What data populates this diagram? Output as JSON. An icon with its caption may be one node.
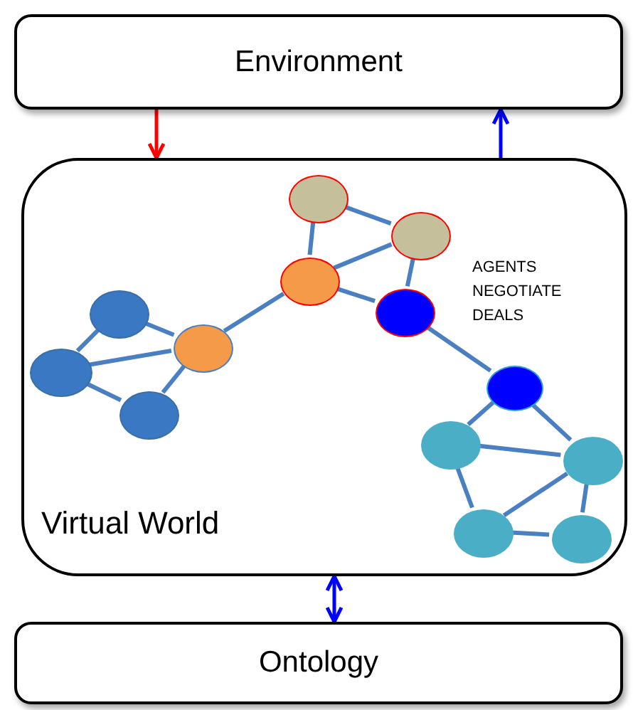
{
  "diagram": {
    "nodes": [
      {
        "text": [
          "Environment"
        ]
      },
      {
        "text": [
          "Virtual World"
        ]
      },
      {
        "text": [],
        "shape": "circle",
        "in": 1
      },
      {
        "text": [],
        "shape": "circle",
        "in": 1
      },
      {
        "text": [],
        "shape": "circle",
        "in": 1
      },
      {
        "text": [],
        "shape": "circle",
        "in": 1
      },
      {
        "text": [],
        "shape": "circle",
        "in": 1
      },
      {
        "text": [],
        "shape": "circle",
        "in": 1
      },
      {
        "text": [],
        "shape": "circle",
        "in": 1
      },
      {
        "text": [],
        "shape": "circle",
        "in": 1
      },
      {
        "text": [],
        "shape": "circle",
        "in": 1
      },
      {
        "text": [],
        "shape": "circle",
        "in": 1
      },
      {
        "text": [],
        "shape": "circle",
        "in": 1
      },
      {
        "text": [],
        "shape": "circle",
        "in": 1
      },
      {
        "text": [],
        "shape": "circle",
        "in": 1
      },
      {
        "text": [
          "Ontology"
        ]
      }
    ],
    "edges": [
      {
        "from": 0,
        "to": 1,
        "arrow": "to",
        "color": "#ff0000"
      },
      {
        "from": 1,
        "to": 0,
        "arrow": "to",
        "color": "#0000ff"
      },
      {
        "from": 1,
        "to": 15,
        "arrow": "both",
        "color": "#0000ff"
      },
      {
        "from": 3,
        "to": 5,
        "arrow": "none"
      },
      {
        "from": 3,
        "to": 2,
        "arrow": "none"
      },
      {
        "from": 2,
        "to": 5,
        "arrow": "none"
      },
      {
        "from": 2,
        "to": 4,
        "arrow": "none"
      },
      {
        "from": 4,
        "to": 5,
        "arrow": "none"
      },
      {
        "from": 5,
        "to": 6,
        "arrow": "none"
      },
      {
        "from": 6,
        "to": 7,
        "arrow": "none"
      },
      {
        "from": 7,
        "to": 9,
        "arrow": "none"
      },
      {
        "from": 6,
        "to": 9,
        "arrow": "none"
      },
      {
        "from": 6,
        "to": 8,
        "arrow": "none"
      },
      {
        "from": 9,
        "to": 8,
        "arrow": "none"
      },
      {
        "from": 8,
        "to": 12,
        "arrow": "none"
      },
      {
        "from": 12,
        "to": 10,
        "arrow": "none"
      },
      {
        "from": 12,
        "to": 14,
        "arrow": "none"
      },
      {
        "from": 10,
        "to": 14,
        "arrow": "none"
      },
      {
        "from": 10,
        "to": 11,
        "arrow": "none"
      },
      {
        "from": 11,
        "to": 14,
        "arrow": "none"
      },
      {
        "from": 14,
        "to": 13,
        "arrow": "none"
      },
      {
        "from": 11,
        "to": 13,
        "arrow": "none"
      }
    ],
    "labels": [
      "AGENTS NEGOTIATE DEALS"
    ]
  }
}
